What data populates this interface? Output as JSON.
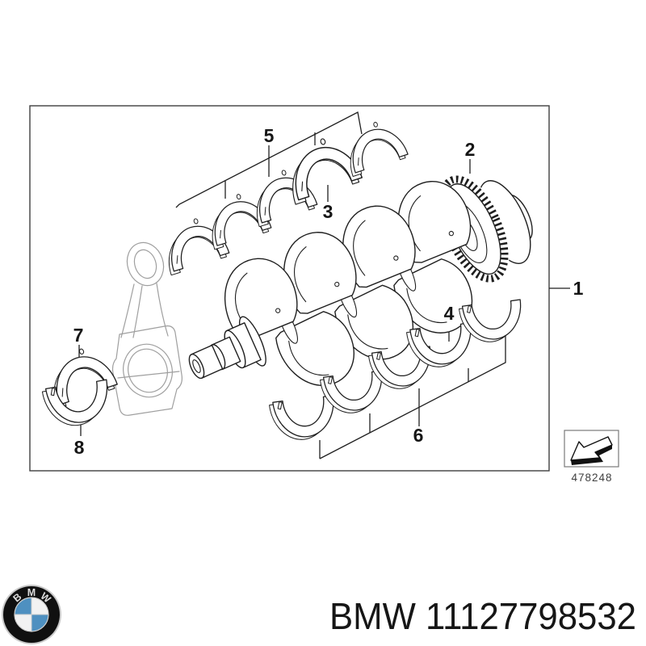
{
  "figure": {
    "callouts": {
      "c1": "1",
      "c2": "2",
      "c3": "3",
      "c4": "4",
      "c5": "5",
      "c6": "6",
      "c7": "7",
      "c8": "8"
    },
    "stamp_code": "478248"
  },
  "footer": {
    "part_text": "BMW 11127798532",
    "logo_letters": {
      "b": "B",
      "m": "M",
      "w": "W"
    }
  },
  "colors": {
    "line": "#1f1f1f",
    "rod_line": "#9f9f9f",
    "logo_blue": "#4e90c0",
    "text": "#161616",
    "stamp_text": "#3f3f3f"
  }
}
